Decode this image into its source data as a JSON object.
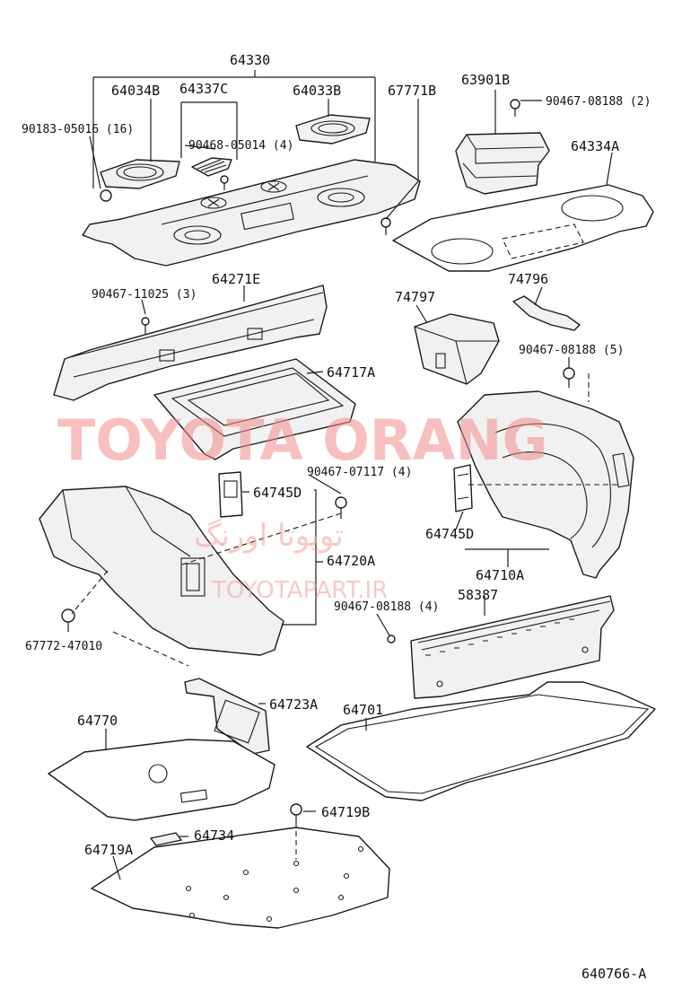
{
  "labels": {
    "l64330": "64330",
    "l64034B": "64034B",
    "l64337C": "64337C",
    "l64033B": "64033B",
    "l67771B": "67771B",
    "l63901B": "63901B",
    "l90467_08188_2": "90467-08188 (2)",
    "l90183_05016": "90183-05016 (16)",
    "l90468_05014": "90468-05014 (4)",
    "l64334A": "64334A",
    "l64271E": "64271E",
    "l90467_11025": "90467-11025 (3)",
    "l74797": "74797",
    "l74796": "74796",
    "l90467_08188_5": "90467-08188 (5)",
    "l64717A": "64717A",
    "l64745D_a": "64745D",
    "l90467_07117": "90467-07117 (4)",
    "l64745D_b": "64745D",
    "l64720A": "64720A",
    "l64710A": "64710A",
    "l58387": "58387",
    "l90467_08188_4": "90467-08188 (4)",
    "l67772_47010": "67772-47010",
    "l64723A": "64723A",
    "l64770": "64770",
    "l64701": "64701",
    "l64719B": "64719B",
    "l64734": "64734",
    "l64719A": "64719A",
    "l640766A": "640766-A"
  },
  "watermark": {
    "brand": "TOYOTA ORANG",
    "persian": "تویوتا اورنگ",
    "site": "TOYOTAPART.IR",
    "color": "#f08a8a"
  }
}
